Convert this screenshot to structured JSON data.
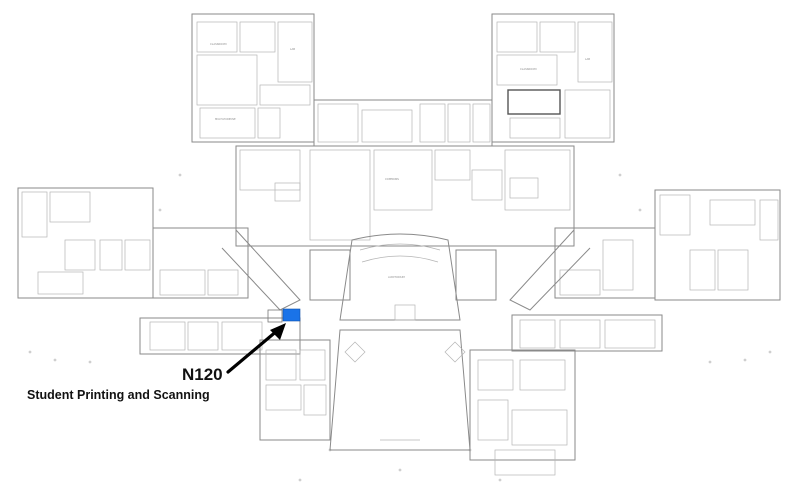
{
  "map": {
    "kind": "building floor plan",
    "highlight_color": "#1a73e8",
    "arrow_color": "#000000",
    "callout": {
      "room_code": "N120",
      "description": "Student Printing and Scanning"
    }
  }
}
